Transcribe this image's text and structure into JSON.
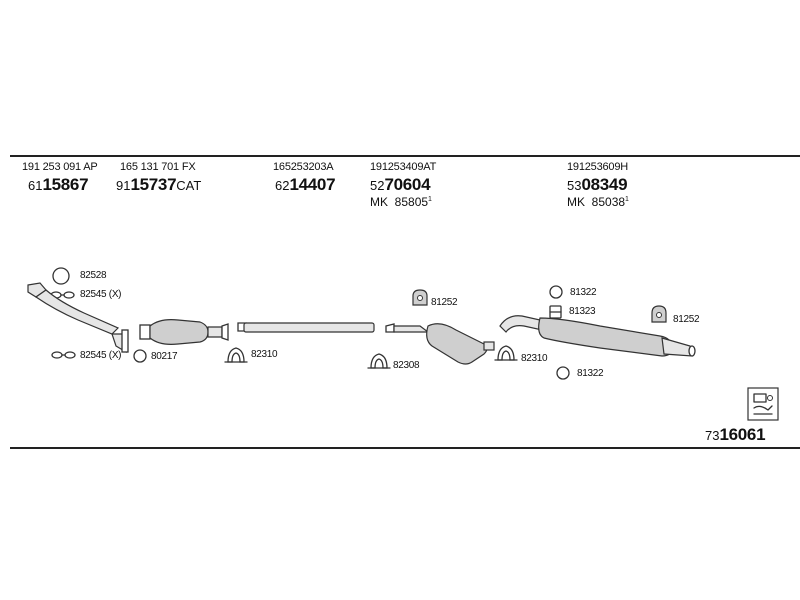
{
  "header_parts": [
    {
      "oe": "191 253 091 AP",
      "prefix": "61",
      "main": "15867",
      "suffix": "",
      "mk_prefix": "",
      "mk": "",
      "mk_sup": ""
    },
    {
      "oe": "165 131 701 FX",
      "prefix": "91",
      "main": "15737",
      "suffix": "CAT",
      "mk_prefix": "",
      "mk": "",
      "mk_sup": ""
    },
    {
      "oe": "165253203A",
      "prefix": "62",
      "main": "14407",
      "suffix": "",
      "mk_prefix": "",
      "mk": "",
      "mk_sup": ""
    },
    {
      "oe": "191253409AT",
      "prefix": "52",
      "main": "70604",
      "suffix": "",
      "mk_prefix": "MK",
      "mk": "85805",
      "mk_sup": "1"
    },
    {
      "oe": "191253609H",
      "prefix": "53",
      "main": "08349",
      "suffix": "",
      "mk_prefix": "MK",
      "mk": "85038",
      "mk_sup": "1"
    }
  ],
  "accessories": {
    "a1": "82528",
    "a2": "82545 (X)",
    "a3": "82545 (X)",
    "a4": "80217",
    "a5": "82310",
    "a6": "81252",
    "a7": "82308",
    "a8": "82310",
    "a9": "81322",
    "a10": "81323",
    "a11": "81322",
    "a12": "81252"
  },
  "footer": {
    "prefix": "73",
    "main": "16061"
  }
}
